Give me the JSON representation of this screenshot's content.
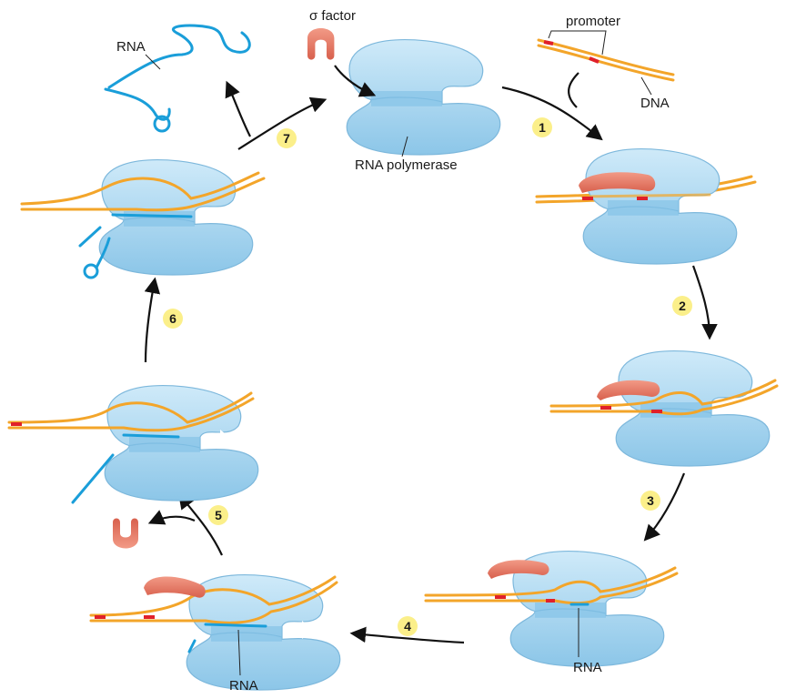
{
  "labels": {
    "sigma_factor": "σ factor",
    "promoter": "promoter",
    "dna": "DNA",
    "rna_top": "RNA",
    "rna_polymerase": "RNA polymerase",
    "rna_step3": "RNA",
    "rna_step4": "RNA"
  },
  "steps": [
    "1",
    "2",
    "3",
    "4",
    "5",
    "6",
    "7"
  ],
  "colors": {
    "dna": "#f3a52a",
    "rna": "#1a9ed9",
    "polymerase": "#a9d8f2",
    "sigma": "#e8725f",
    "promoter_mark": "#e0202a",
    "step_badge": "#fbef8a"
  }
}
